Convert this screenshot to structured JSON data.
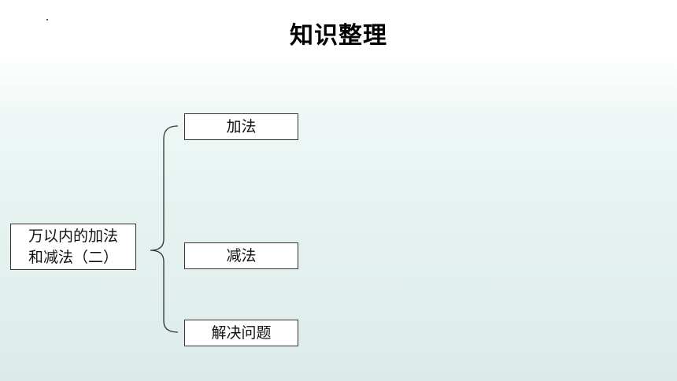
{
  "title": "知识整理",
  "root": {
    "line1": "万以内的加法",
    "line2": "和减法（二）"
  },
  "children": [
    {
      "label": "加法"
    },
    {
      "label": "减法"
    },
    {
      "label": "解决问题"
    }
  ]
}
